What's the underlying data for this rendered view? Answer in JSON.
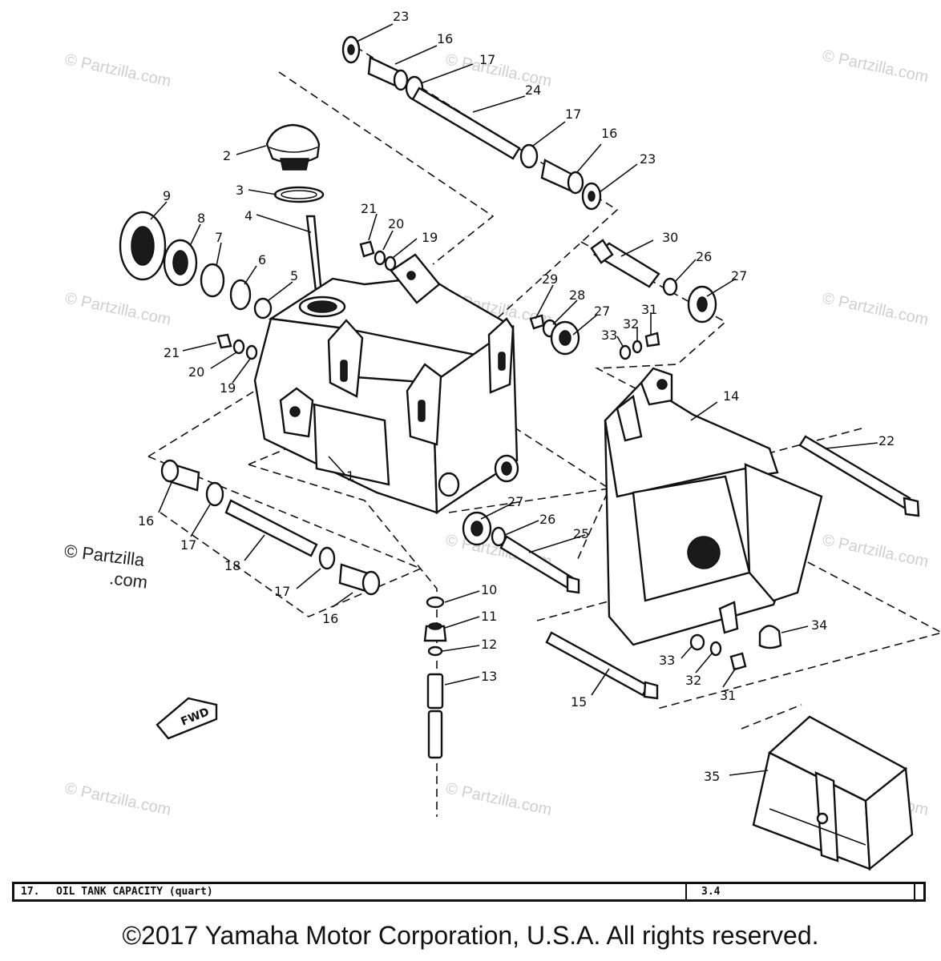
{
  "watermarks": {
    "text": "© Partzilla.com",
    "side_line1": "© Partzilla",
    "side_line2": ".com"
  },
  "callouts": {
    "c1": "1",
    "c2": "2",
    "c3": "3",
    "c4": "4",
    "c5": "5",
    "c6": "6",
    "c7": "7",
    "c8": "8",
    "c9": "9",
    "c10": "10",
    "c11": "11",
    "c12": "12",
    "c13": "13",
    "c14": "14",
    "c15": "15",
    "c16a": "16",
    "c16b": "16",
    "c16c": "16",
    "c16d": "16",
    "c17a": "17",
    "c17b": "17",
    "c17c": "17",
    "c17d": "17",
    "c18": "18",
    "c19a": "19",
    "c19b": "19",
    "c20a": "20",
    "c20b": "20",
    "c21a": "21",
    "c21b": "21",
    "c22": "22",
    "c23a": "23",
    "c23b": "23",
    "c24": "24",
    "c25": "25",
    "c26a": "26",
    "c26b": "26",
    "c27a": "27",
    "c27b": "27",
    "c27c": "27",
    "c28": "28",
    "c29": "29",
    "c30": "30",
    "c31a": "31",
    "c31b": "31",
    "c32a": "32",
    "c32b": "32",
    "c33a": "33",
    "c33b": "33",
    "c34": "34",
    "c35": "35"
  },
  "fwd_label": "FWD",
  "spec": {
    "number": "17.",
    "label": "OIL TANK CAPACITY (quart)",
    "value": "3.4"
  },
  "copyright": "©2017 Yamaha Motor Corporation, U.S.A. All rights reserved."
}
